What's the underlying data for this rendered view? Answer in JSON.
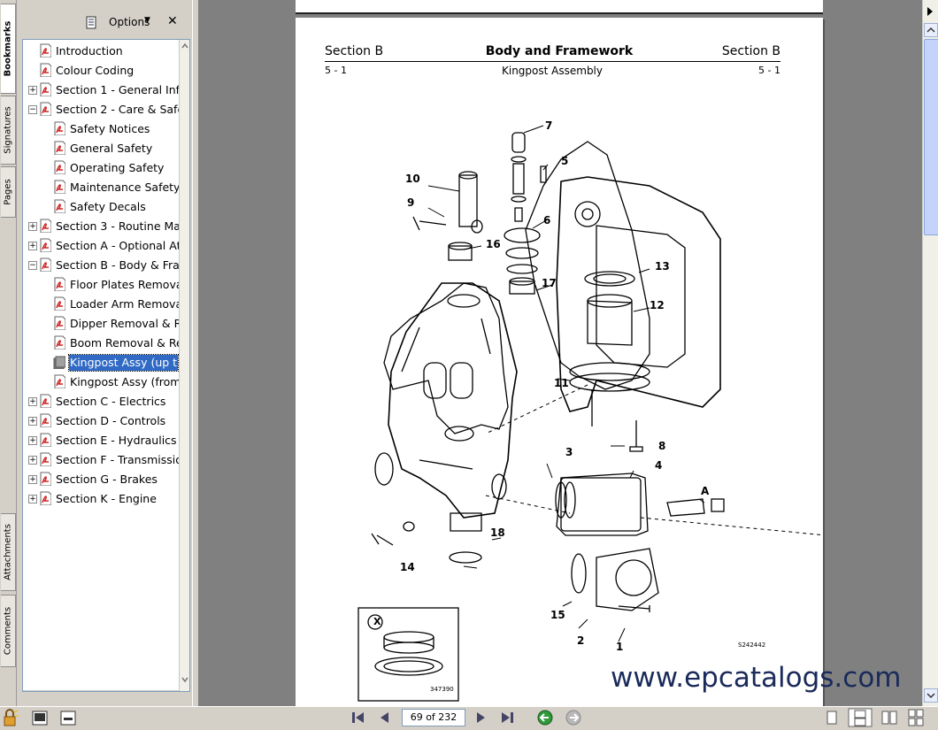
{
  "vertical_tabs": {
    "bookmarks": "Bookmarks",
    "signatures": "Signatures",
    "pages": "Pages",
    "attachments": "Attachments",
    "comments": "Comments"
  },
  "panel": {
    "options_label": "Options",
    "close_glyph": "✕"
  },
  "bookmarks": [
    {
      "label": "Introduction",
      "level": 0,
      "expander": ""
    },
    {
      "label": "Colour Coding",
      "level": 0,
      "expander": ""
    },
    {
      "label": "Section 1 - General Info",
      "level": 0,
      "expander": "+"
    },
    {
      "label": "Section 2 - Care & Safe",
      "level": 0,
      "expander": "−"
    },
    {
      "label": "Safety Notices",
      "level": 1,
      "expander": ""
    },
    {
      "label": "General Safety",
      "level": 1,
      "expander": ""
    },
    {
      "label": "Operating Safety",
      "level": 1,
      "expander": ""
    },
    {
      "label": "Maintenance Safety",
      "level": 1,
      "expander": ""
    },
    {
      "label": "Safety Decals",
      "level": 1,
      "expander": ""
    },
    {
      "label": "Section 3 - Routine Ma",
      "level": 0,
      "expander": "+"
    },
    {
      "label": "Section A - Optional At",
      "level": 0,
      "expander": "+"
    },
    {
      "label": "Section B - Body & Fra",
      "level": 0,
      "expander": "−"
    },
    {
      "label": "Floor Plates Remova",
      "level": 1,
      "expander": ""
    },
    {
      "label": "Loader Arm Remova",
      "level": 1,
      "expander": ""
    },
    {
      "label": "Dipper Removal & R",
      "level": 1,
      "expander": ""
    },
    {
      "label": "Boom Removal & Re",
      "level": 1,
      "expander": ""
    },
    {
      "label": "Kingpost Assy (up t",
      "level": 1,
      "expander": "",
      "selected": true
    },
    {
      "label": "Kingpost Assy (from",
      "level": 1,
      "expander": ""
    },
    {
      "label": "Section C - Electrics",
      "level": 0,
      "expander": "+"
    },
    {
      "label": "Section D - Controls",
      "level": 0,
      "expander": "+"
    },
    {
      "label": "Section E - Hydraulics",
      "level": 0,
      "expander": "+"
    },
    {
      "label": "Section F - Transmissio",
      "level": 0,
      "expander": "+"
    },
    {
      "label": "Section G - Brakes",
      "level": 0,
      "expander": "+"
    },
    {
      "label": "Section K - Engine",
      "level": 0,
      "expander": "+"
    }
  ],
  "document": {
    "header_left": "Section B",
    "header_center": "Body and Framework",
    "header_right": "Section B",
    "sub_left": "5 - 1",
    "sub_center": "Kingpost Assembly",
    "sub_right": "5 - 1",
    "callouts": [
      "7",
      "5",
      "10",
      "9",
      "6",
      "16",
      "13",
      "17",
      "12",
      "11",
      "8",
      "3",
      "4",
      "A",
      "18",
      "14",
      "15",
      "2",
      "1"
    ],
    "figure_code": "S242442",
    "inset_label": "X",
    "inset_code": "347390",
    "watermark": "www.epcatalogs.com"
  },
  "navigation": {
    "page_indicator": "69 of 232"
  }
}
